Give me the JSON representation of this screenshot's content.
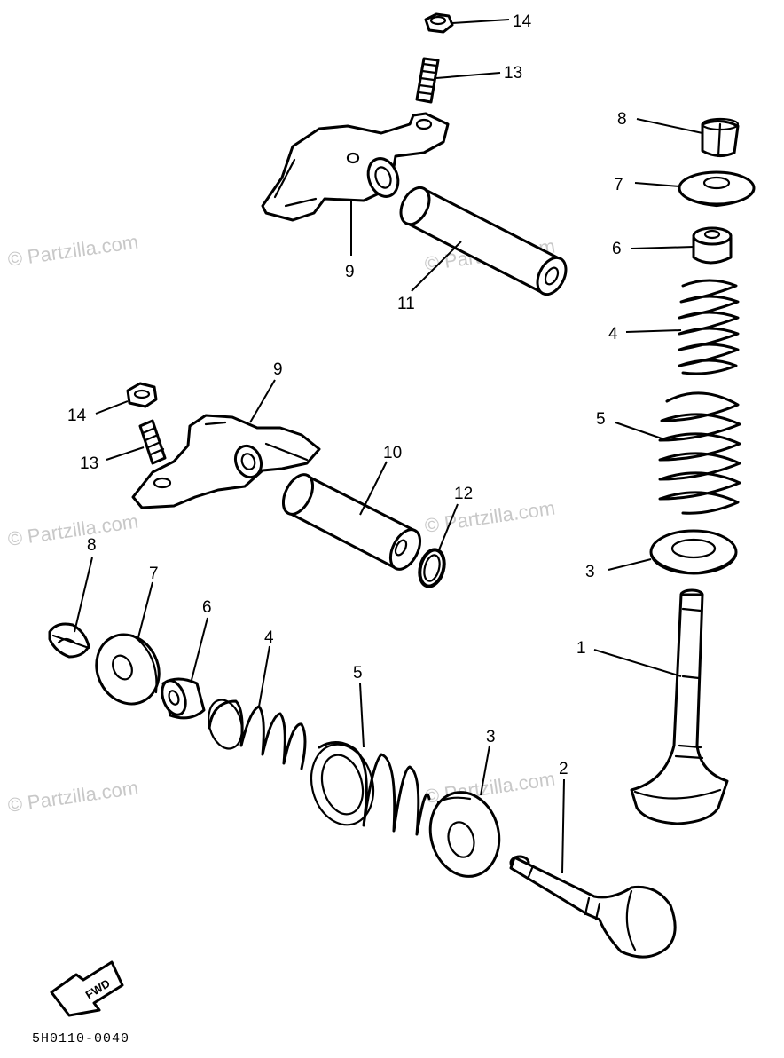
{
  "watermark": "© Partzilla.com",
  "diagram_code": "5H0110-0040",
  "direction_arrow_text": "FWD",
  "callouts": {
    "c1": "1",
    "c2": "2",
    "c3_right": "3",
    "c3_left": "3",
    "c4_right": "4",
    "c4_left": "4",
    "c5_right": "5",
    "c5_left": "5",
    "c6_right": "6",
    "c6_left": "6",
    "c7_right": "7",
    "c7_left": "7",
    "c8_right": "8",
    "c8_left": "8",
    "c9_top": "9",
    "c9_mid": "9",
    "c10": "10",
    "c11": "11",
    "c12": "12",
    "c13_top": "13",
    "c13_mid": "13",
    "c14_top": "14",
    "c14_mid": "14"
  }
}
